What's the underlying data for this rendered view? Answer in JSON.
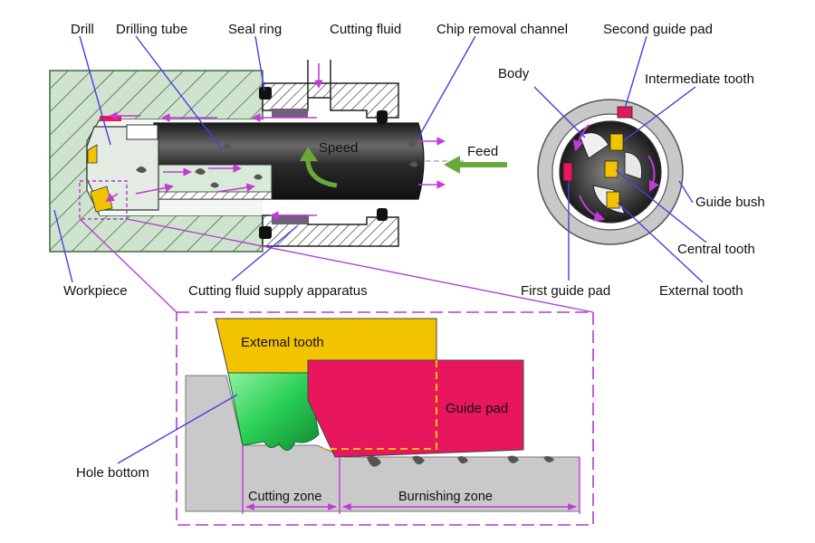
{
  "labels": {
    "drill": "Drill",
    "drilling_tube": "Drilling tube",
    "seal_ring": "Seal ring",
    "cutting_fluid": "Cutting fluid",
    "chip_removal_channel": "Chip removal channel",
    "second_guide_pad": "Second guide pad",
    "body": "Body",
    "intermediate_tooth": "Intermediate tooth",
    "speed": "Speed",
    "feed": "Feed",
    "guide_bush": "Guide bush",
    "central_tooth": "Central tooth",
    "workpiece": "Workpiece",
    "cutting_fluid_supply_apparatus": "Cutting fluid supply apparatus",
    "first_guide_pad": "First guide pad",
    "external_tooth": "External tooth",
    "extemal_tooth_detail": "Extemal tooth",
    "guide_pad_detail": "Guide pad",
    "hole_bottom": "Hole bottom",
    "cutting_zone": "Cutting zone",
    "burnishing_zone": "Burnishing zone"
  },
  "colors": {
    "workpiece_fill": "#cfe3cf",
    "hatch": "#3d6b3d",
    "tube": "#2c2c2c",
    "tooth_yellow": "#f2c400",
    "guide_pad_red": "#e8175d",
    "chip_green": "#2fd25a",
    "arrow_magenta": "#c23ad9",
    "feed_arrow": "#6aa83a",
    "leader_blue": "#4b3ee0",
    "detail_border": "#b43ad4",
    "gray_workpiece": "#c9c9c9"
  }
}
